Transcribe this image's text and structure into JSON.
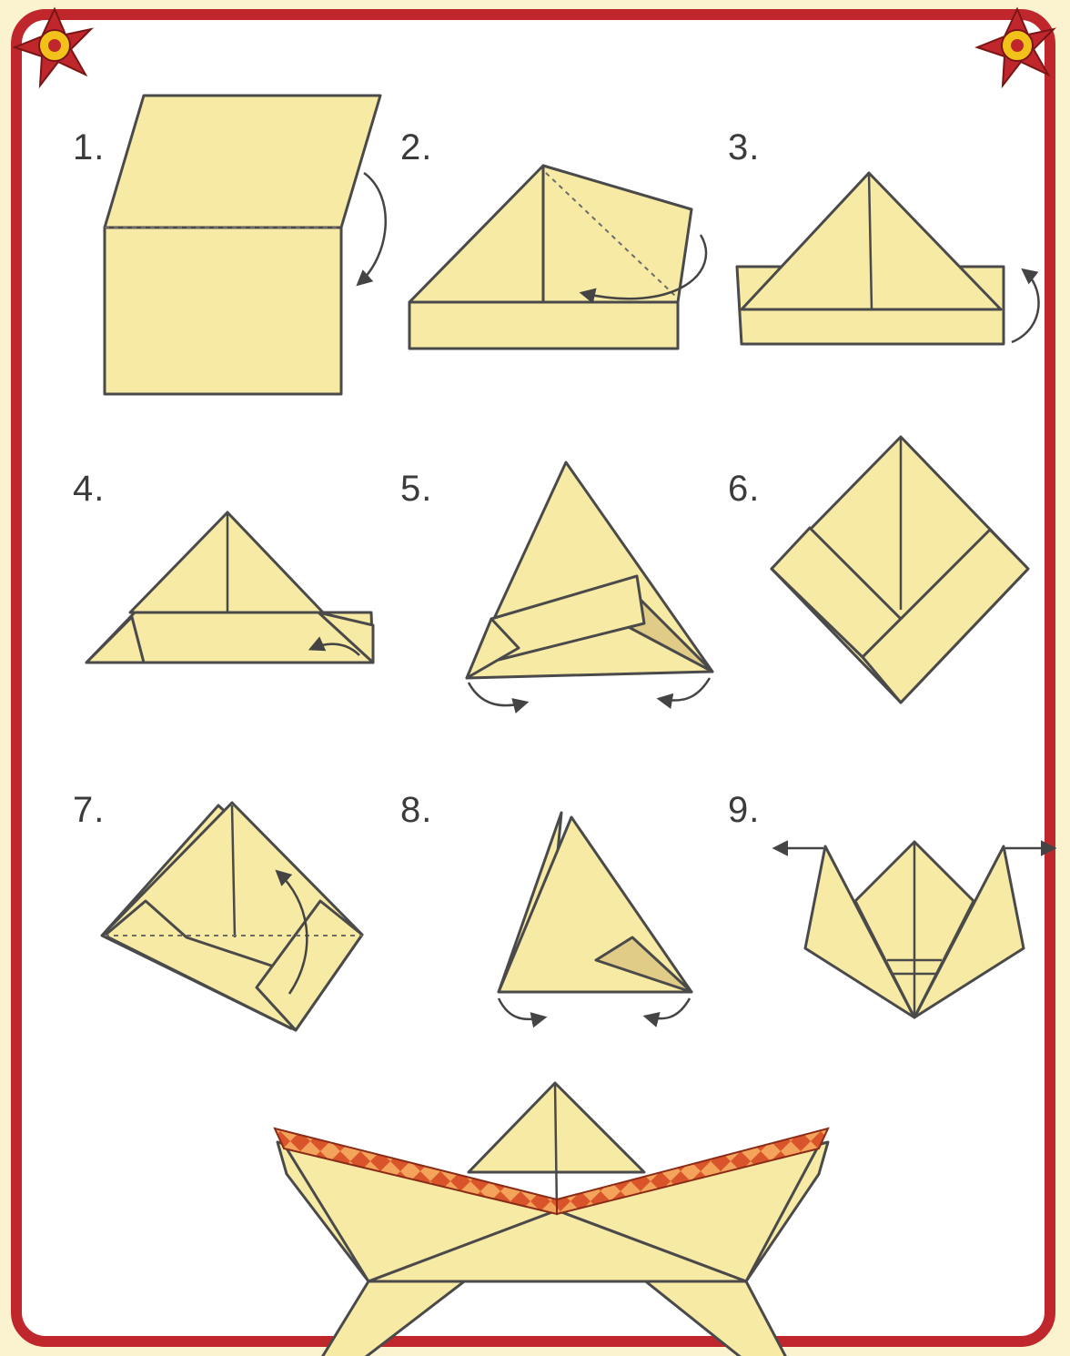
{
  "title": "",
  "steps": [
    {
      "label": "1."
    },
    {
      "label": "2."
    },
    {
      "label": "3."
    },
    {
      "label": "4."
    },
    {
      "label": "5."
    },
    {
      "label": "6."
    },
    {
      "label": "7."
    },
    {
      "label": "8."
    },
    {
      "label": "9."
    }
  ],
  "colors": {
    "frame": "#c0272d",
    "paper": "#f7eaa5",
    "paper_shade": "#e0cc86",
    "outline": "#4a4a4a",
    "flower_petal": "#c0272d",
    "flower_center": "#f2c21b",
    "boat_trim": "#d9542a"
  },
  "icons": [
    "flower-ornament-icon",
    "fold-arrow-icon"
  ]
}
